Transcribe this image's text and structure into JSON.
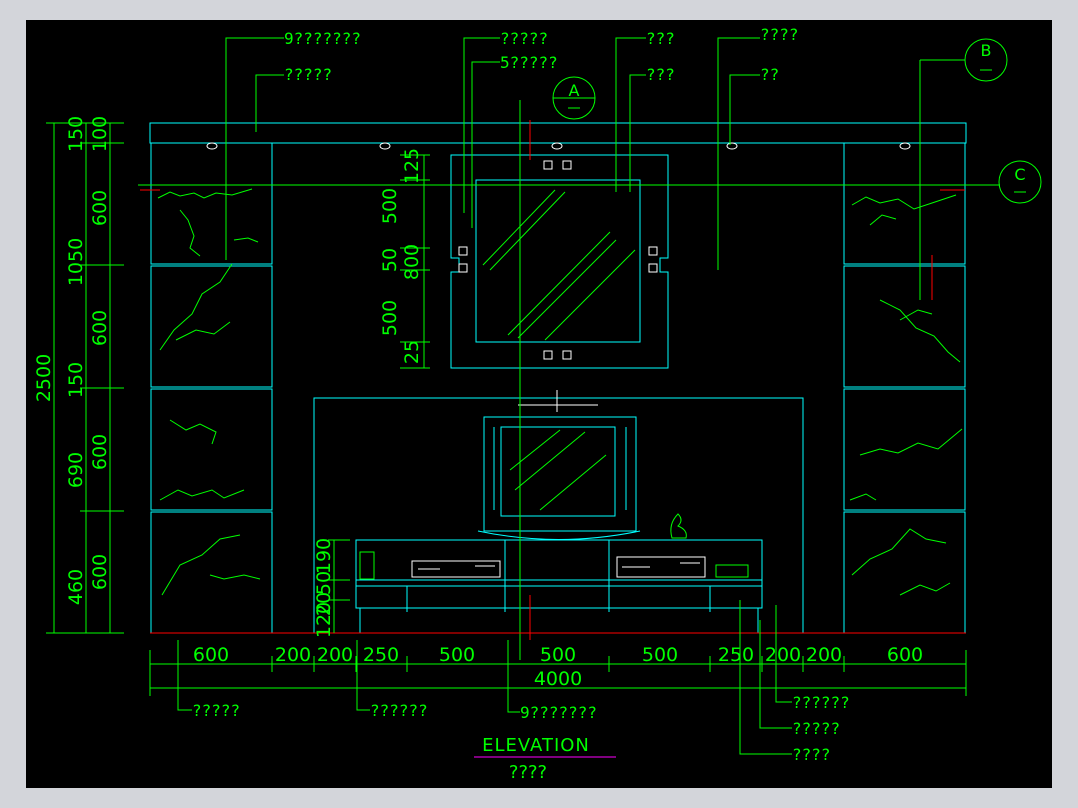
{
  "title": {
    "main": "ELEVATION",
    "sub": "????"
  },
  "callouts": {
    "top_1": "9???????",
    "top_2": "?????",
    "top_3": "?????",
    "top_4": "5?????",
    "top_5": "???",
    "top_6": "???",
    "top_7": "????",
    "top_8": "??",
    "bottom_1": "?????",
    "bottom_2": "??????",
    "bottom_3": "9???????",
    "bottom_4": "??????",
    "bottom_5": "?????",
    "bottom_6": "????"
  },
  "section_markers": {
    "a": "A",
    "b": "B",
    "c": "C"
  },
  "dims": {
    "total_height": "2500",
    "left_outer": [
      "1050",
      "150",
      "690",
      "460"
    ],
    "left_inner": [
      "150",
      "100",
      "600",
      "600",
      "600",
      "600"
    ],
    "mirror": [
      "125",
      "500",
      "50",
      "800",
      "500",
      "25"
    ],
    "cabinet": [
      "190",
      "50",
      "20",
      "120"
    ],
    "bottom": [
      "600",
      "200",
      "200",
      "250",
      "500",
      "500",
      "500",
      "250",
      "200",
      "200",
      "600"
    ],
    "total_width": "4000"
  },
  "colors": {
    "background": "#000000",
    "panel": "#d3d5da",
    "outline": "#00ffff",
    "dimension": "#00ff00",
    "accent": "#ff0000",
    "title_rule": "#ff00ff",
    "fixture": "#ffffff"
  }
}
